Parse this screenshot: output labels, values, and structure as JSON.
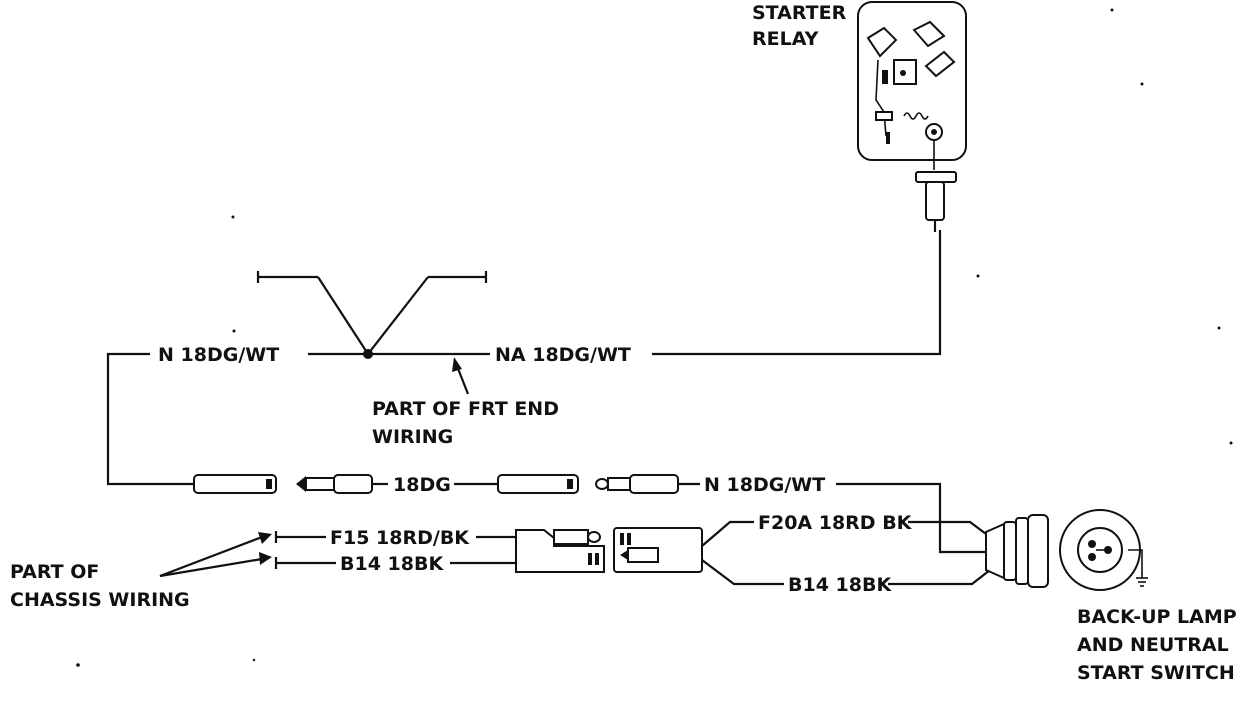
{
  "starter_relay": {
    "line1": "STARTER",
    "line2": "RELAY"
  },
  "wires": {
    "n_18dg_wt_top": "N 18DG/WT",
    "na_18dg_wt": "NA 18DG/WT",
    "dg_18": "18DG",
    "n_18dg_wt_bottom": "N 18DG/WT",
    "f15": "F15 18RD/BK",
    "b14_left": "B14 18BK",
    "f20a": "F20A 18RD BK",
    "b14_right": "B14 18BK"
  },
  "frt_end": {
    "line1": "PART OF FRT END",
    "line2": "WIRING"
  },
  "chassis": {
    "line1": "PART OF",
    "line2": "CHASSIS WIRING"
  },
  "switch": {
    "line1": "BACK-UP LAMP",
    "line2": "AND NEUTRAL",
    "line3": "START SWITCH"
  }
}
